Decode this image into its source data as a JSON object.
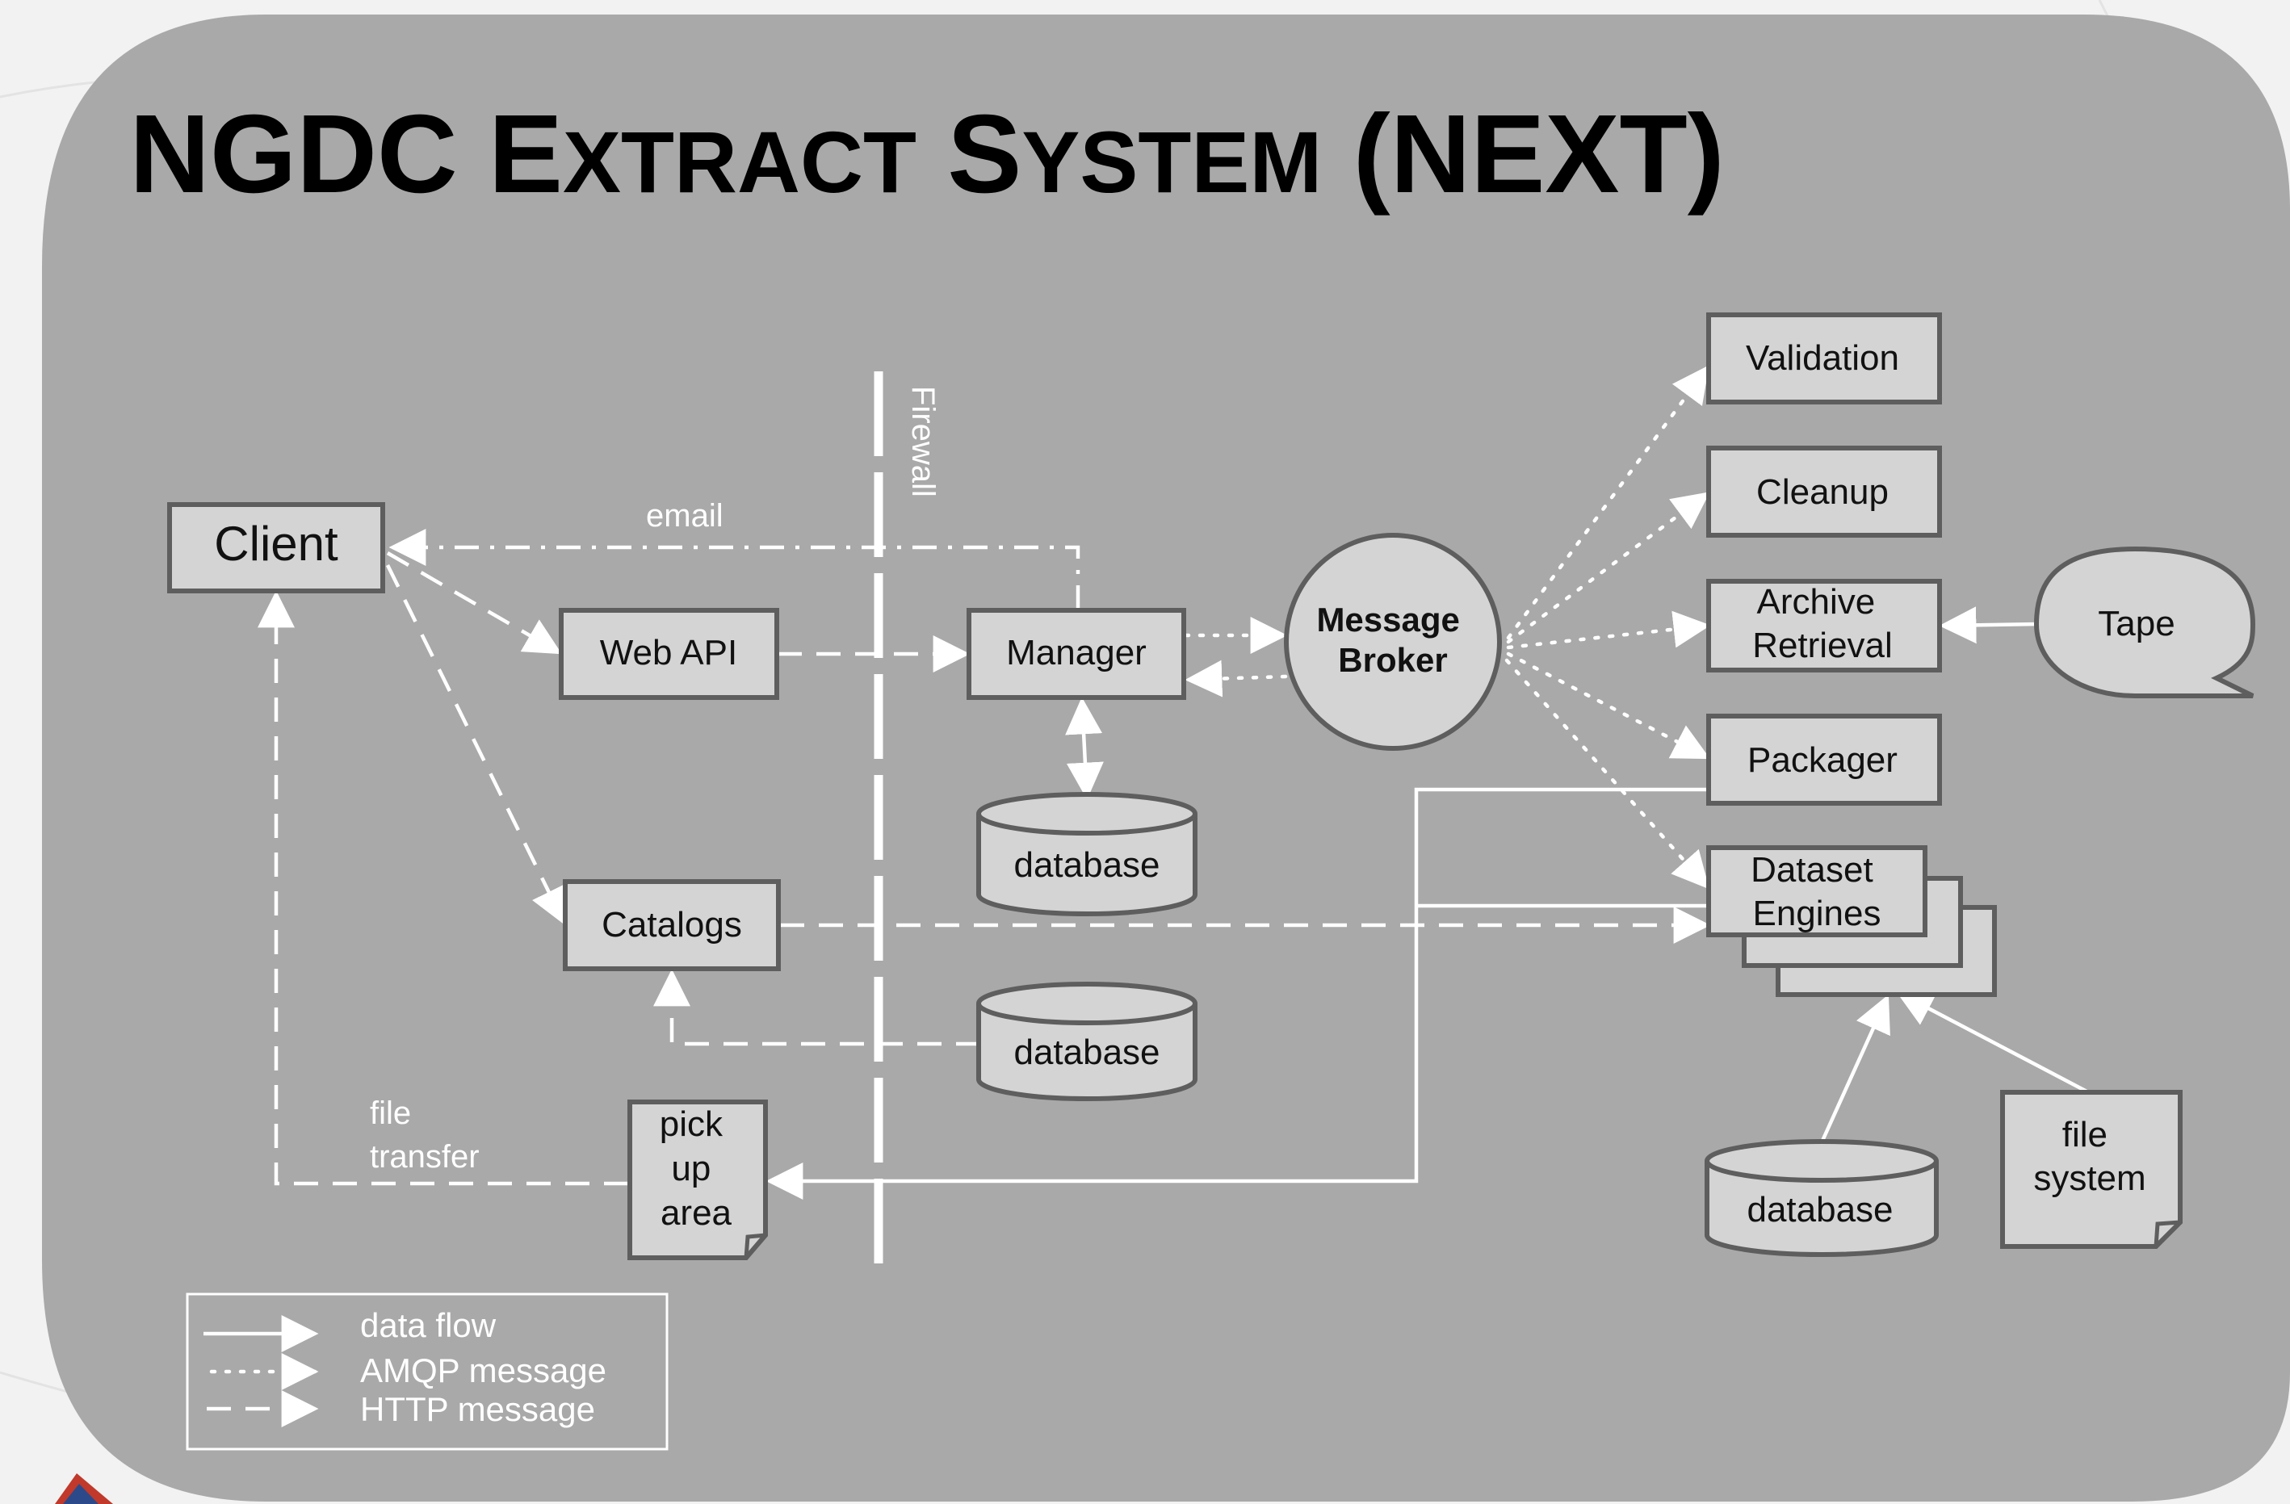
{
  "title": {
    "main": "NGDC Extract System (NEXT)",
    "part1_big": "NGDC E",
    "part1_small": "XTRACT",
    "part2_big": " S",
    "part2_small": "YSTEM",
    "part3": " (NEXT)"
  },
  "nodes": {
    "client": "Client",
    "web_api": "Web API",
    "manager": "Manager",
    "catalogs": "Catalogs",
    "database": "database",
    "message_broker_line1": "Message",
    "message_broker_line2": "Broker",
    "validation": "Validation",
    "cleanup": "Cleanup",
    "archive_line1": "Archive",
    "archive_line2": "Retrieval",
    "packager": "Packager",
    "dataset_line1": "Dataset",
    "dataset_line2": "Engines",
    "tape": "Tape",
    "file_system_line1": "file",
    "file_system_line2": "system",
    "pickup_line1": "pick",
    "pickup_line2": "up",
    "pickup_line3": "area"
  },
  "labels": {
    "email": "email",
    "firewall": "Firewall",
    "file_transfer_line1": "file",
    "file_transfer_line2": "transfer"
  },
  "legend": {
    "data_flow": "data flow",
    "amqp": "AMQP message",
    "http": "HTTP message"
  },
  "colors": {
    "panel": "#a9a9a9",
    "node_fill": "#d4d4d4",
    "node_stroke": "#5e5e5e",
    "line": "#ffffff"
  }
}
